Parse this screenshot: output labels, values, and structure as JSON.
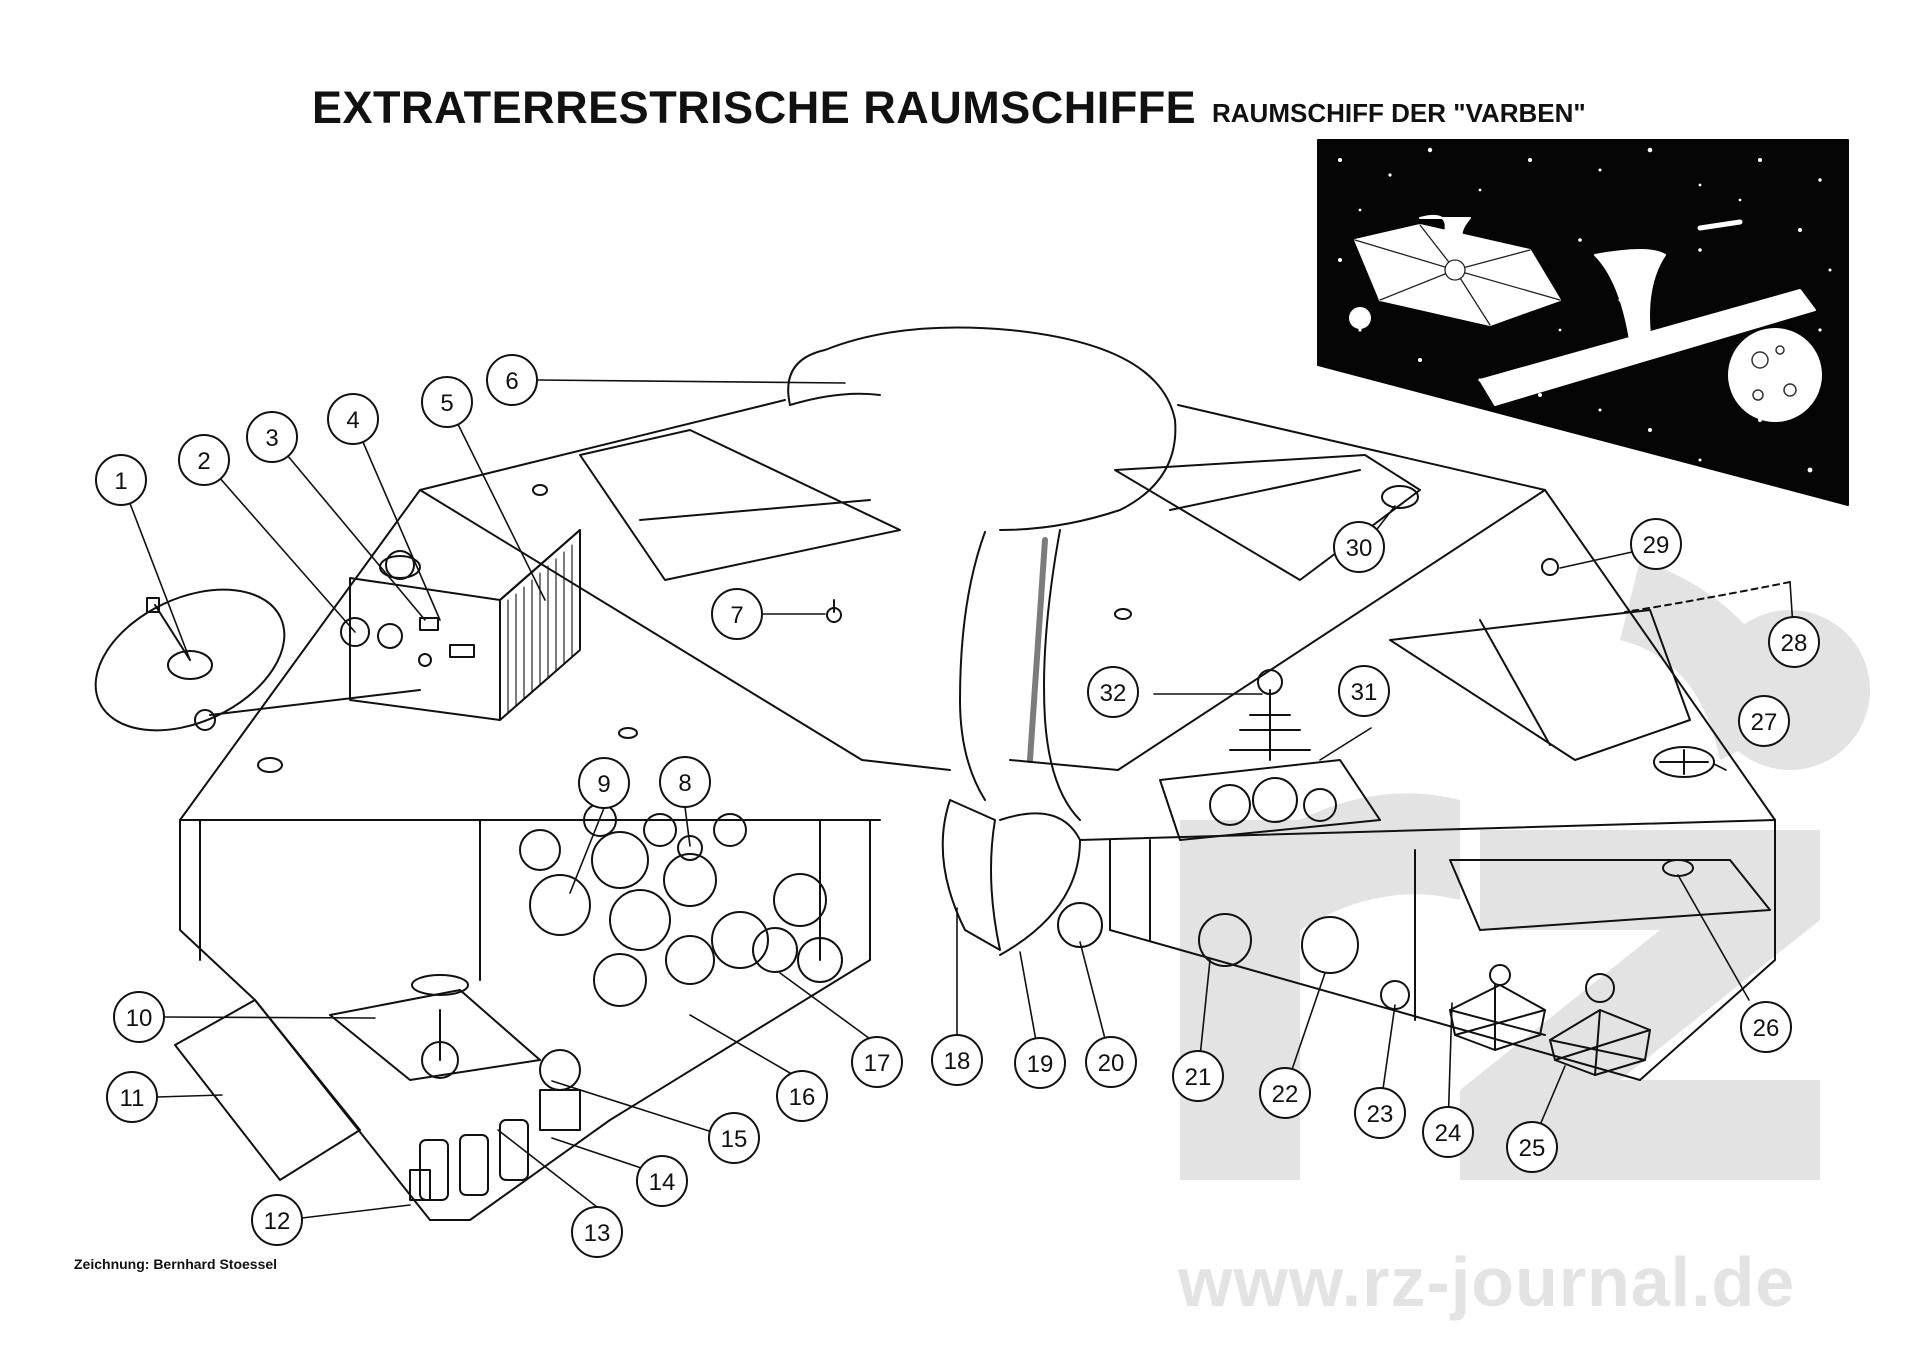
{
  "header": {
    "title": "EXTRATERRESTRISCHE RAUMSCHIFFE",
    "subtitle": "RAUMSCHIFF DER \"VARBEN\""
  },
  "footer": {
    "credit": "Zeichnung: Bernhard Stoessel",
    "watermark_url": "www.rz-journal.de"
  },
  "callouts": [
    {
      "id": "callout-1",
      "label": "1"
    },
    {
      "id": "callout-2",
      "label": "2"
    },
    {
      "id": "callout-3",
      "label": "3"
    },
    {
      "id": "callout-4",
      "label": "4"
    },
    {
      "id": "callout-5",
      "label": "5"
    },
    {
      "id": "callout-6",
      "label": "6"
    },
    {
      "id": "callout-7",
      "label": "7"
    },
    {
      "id": "callout-8",
      "label": "8"
    },
    {
      "id": "callout-9",
      "label": "9"
    },
    {
      "id": "callout-10",
      "label": "10"
    },
    {
      "id": "callout-11",
      "label": "11"
    },
    {
      "id": "callout-12",
      "label": "12"
    },
    {
      "id": "callout-13",
      "label": "13"
    },
    {
      "id": "callout-14",
      "label": "14"
    },
    {
      "id": "callout-15",
      "label": "15"
    },
    {
      "id": "callout-16",
      "label": "16"
    },
    {
      "id": "callout-17",
      "label": "17"
    },
    {
      "id": "callout-18",
      "label": "18"
    },
    {
      "id": "callout-19",
      "label": "19"
    },
    {
      "id": "callout-20",
      "label": "20"
    },
    {
      "id": "callout-21",
      "label": "21"
    },
    {
      "id": "callout-22",
      "label": "22"
    },
    {
      "id": "callout-23",
      "label": "23"
    },
    {
      "id": "callout-24",
      "label": "24"
    },
    {
      "id": "callout-25",
      "label": "25"
    },
    {
      "id": "callout-26",
      "label": "26"
    },
    {
      "id": "callout-27",
      "label": "27"
    },
    {
      "id": "callout-28",
      "label": "28"
    },
    {
      "id": "callout-29",
      "label": "29"
    },
    {
      "id": "callout-30",
      "label": "30"
    },
    {
      "id": "callout-31",
      "label": "31"
    },
    {
      "id": "callout-32",
      "label": "32"
    }
  ],
  "colors": {
    "ink": "#111111",
    "paper": "#ffffff",
    "space": "#050505",
    "watermark": "#e3e3e3"
  },
  "icons": {
    "watermark_logo": "rz-logo",
    "inset": "space-scene-illustration"
  }
}
